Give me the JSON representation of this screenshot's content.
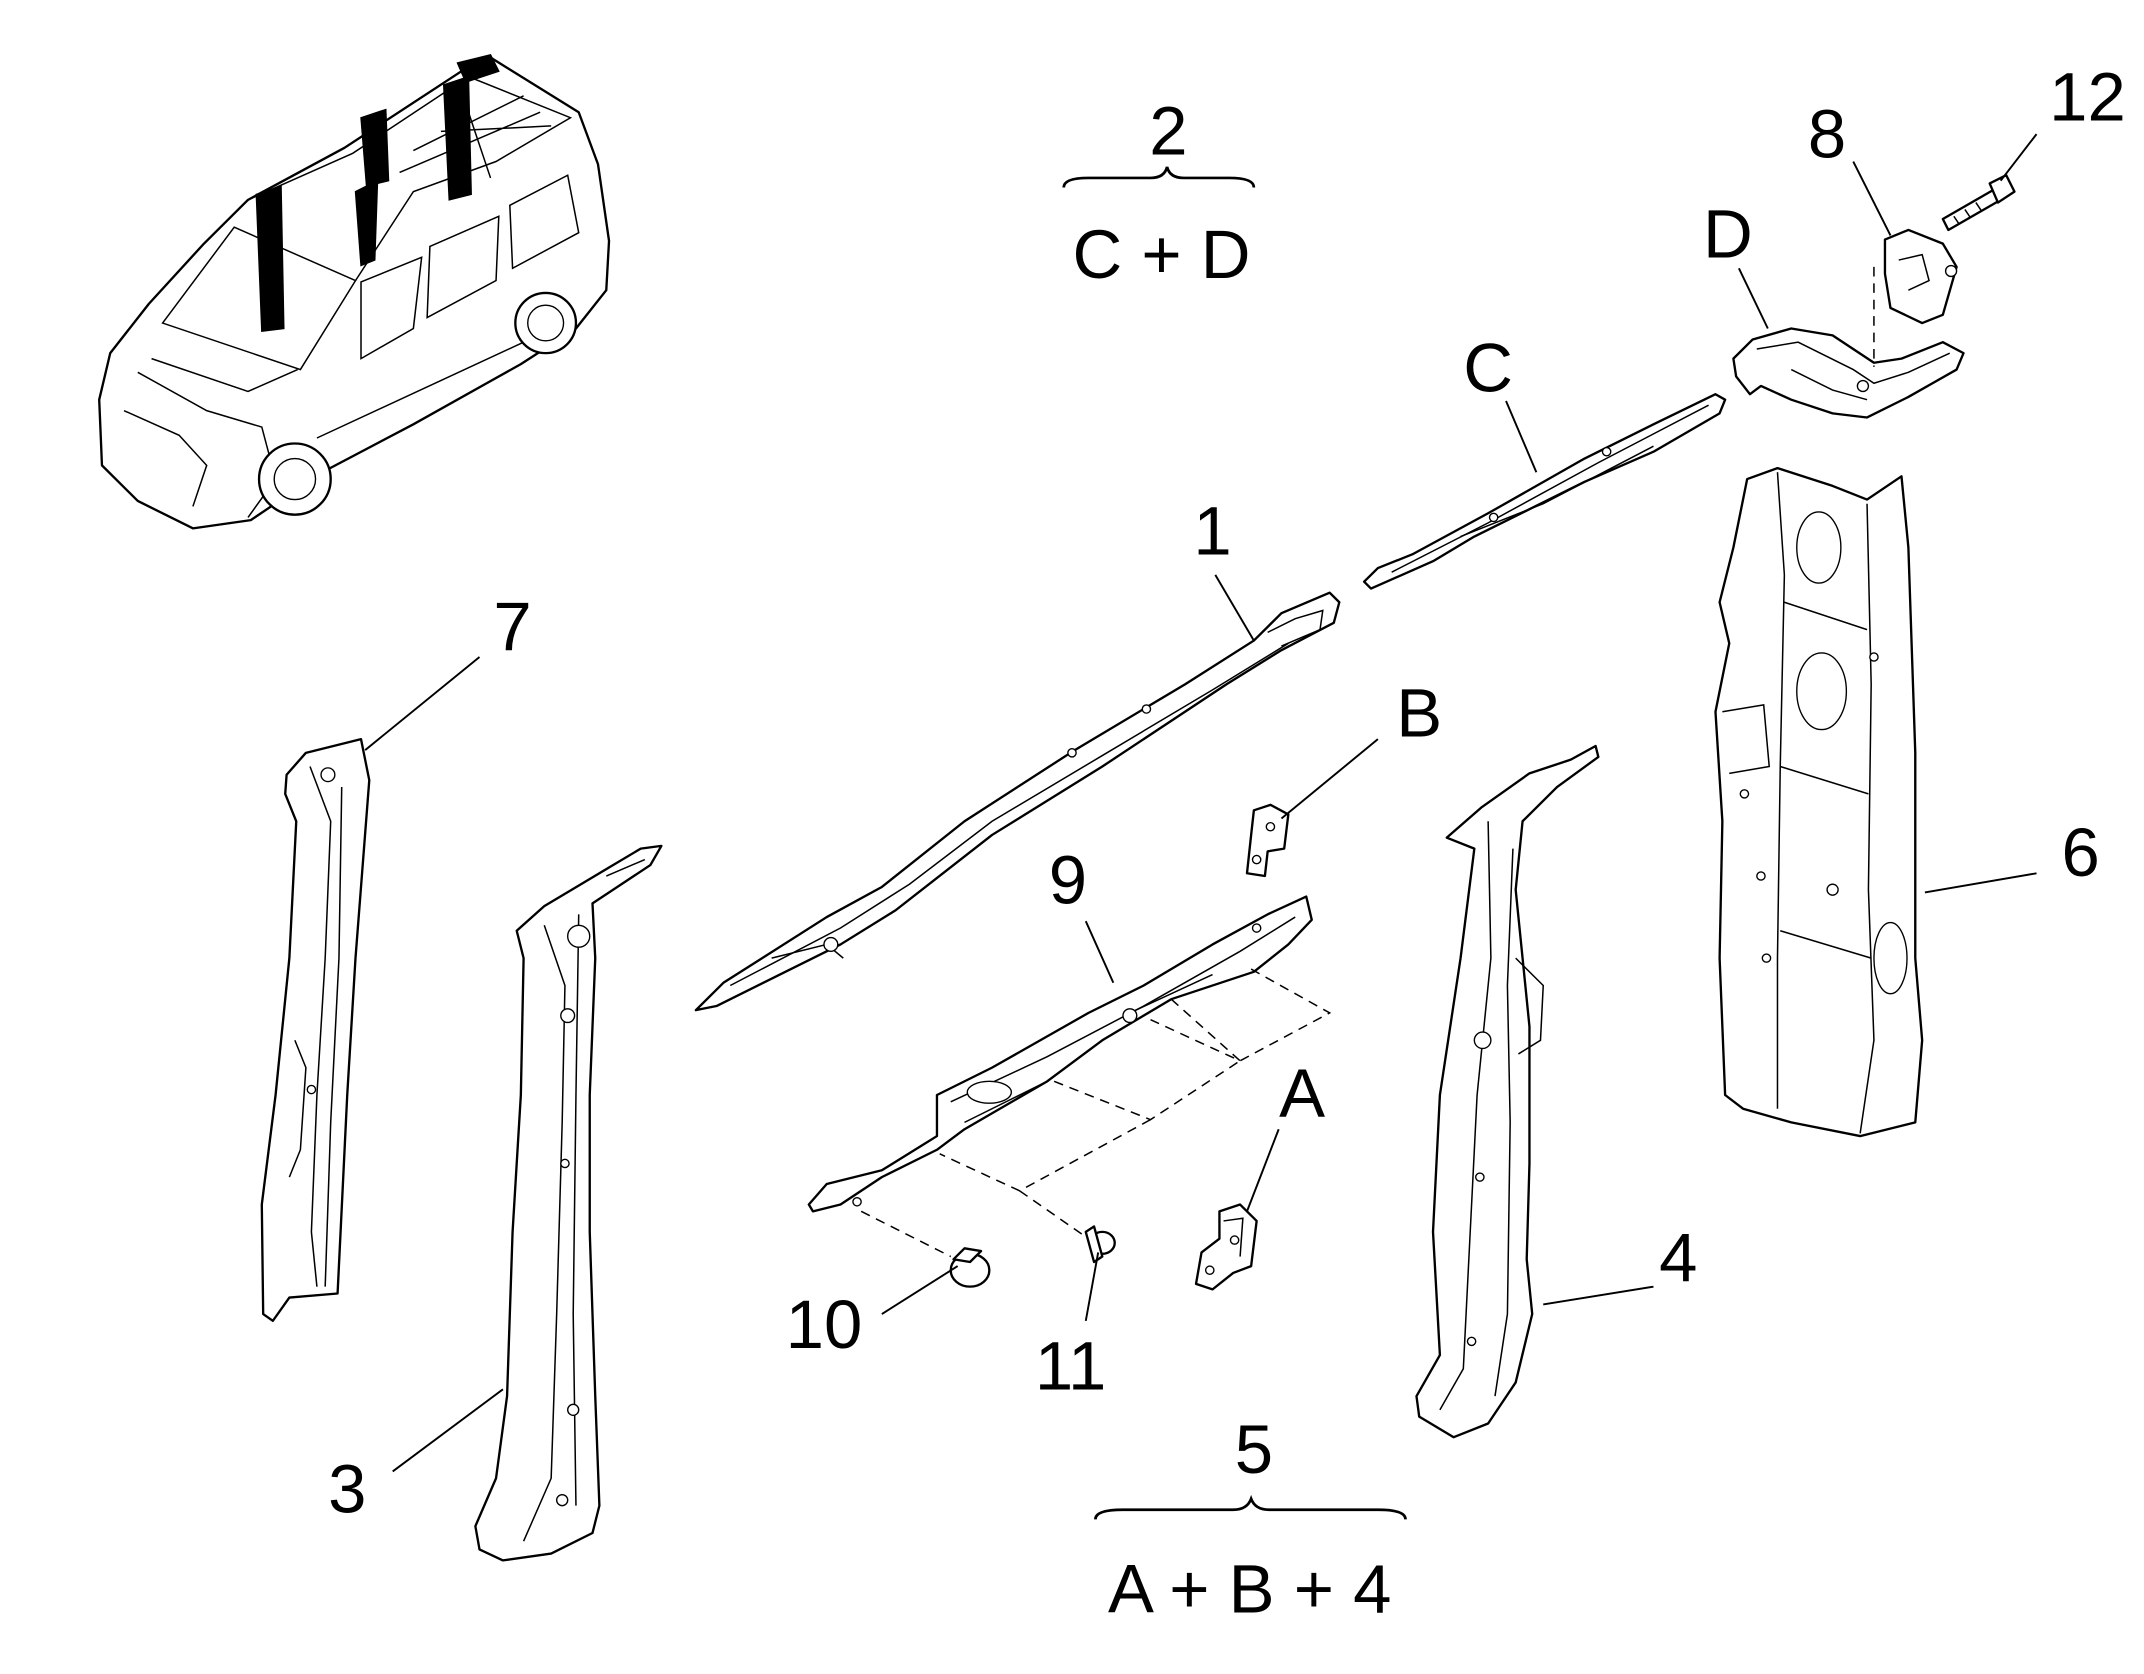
{
  "callouts": {
    "c1": "1",
    "c3": "3",
    "c4": "4",
    "c6": "6",
    "c7": "7",
    "c8": "8",
    "c9": "9",
    "c10": "10",
    "c11": "11",
    "c12": "12",
    "cA": "A",
    "cB": "B",
    "cC": "C",
    "cD": "D"
  },
  "groups": [
    {
      "number": "2",
      "formula": "C + D"
    },
    {
      "number": "5",
      "formula": "A + B + 4"
    }
  ],
  "colors": {
    "line": "#000000",
    "background": "#ffffff"
  }
}
